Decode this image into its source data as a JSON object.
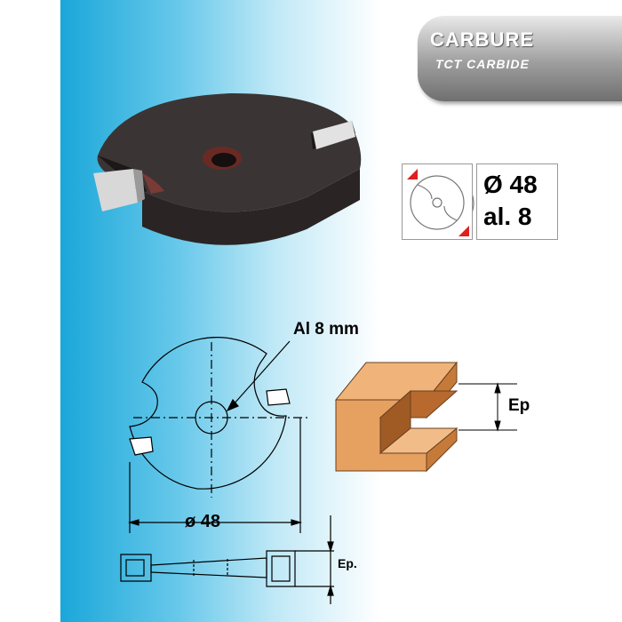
{
  "badge": {
    "title": "CARBURE",
    "subtitle": "TCT CARBIDE"
  },
  "spec": {
    "diameter_label": "Ø 48",
    "bore_label": "al. 8"
  },
  "drawing": {
    "bore_label": "Al 8 mm",
    "diameter_label": "ø 48",
    "thickness_label": "Ep",
    "side_thickness_label": "Ep."
  },
  "colors": {
    "background_gradient_start": "#1aa7d9",
    "cutter_body": "#3b3434",
    "carbide_tip": "#d8d8d8",
    "profile_wood": "#e6a060",
    "badge_grey": "#8f8f8f"
  }
}
